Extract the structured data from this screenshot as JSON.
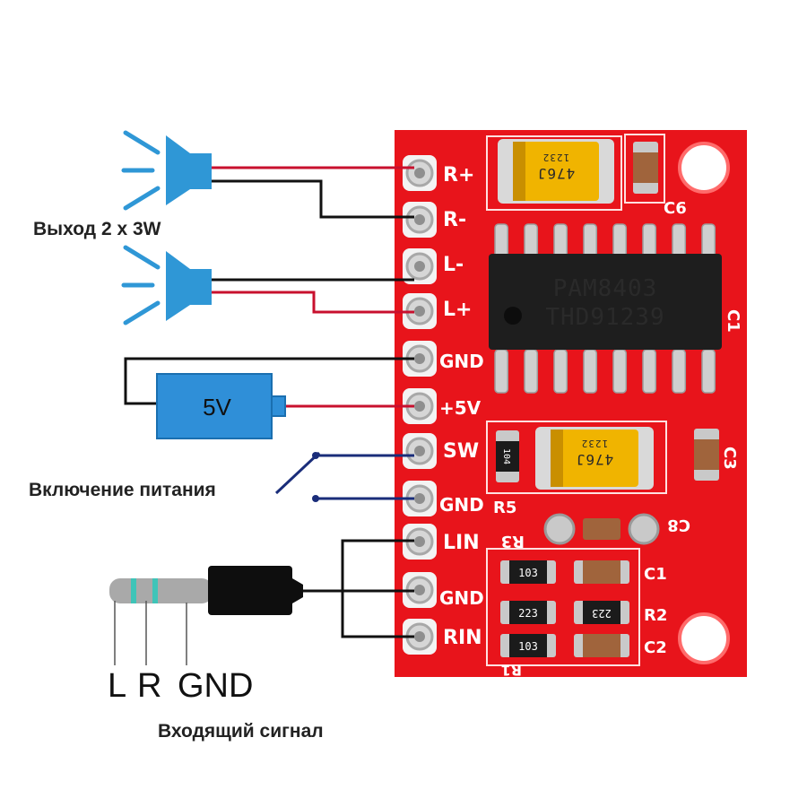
{
  "labels": {
    "output": "Выход 2 x 3W",
    "power_switch": "Включение питания",
    "input_signal": "Входящий сигнал"
  },
  "battery": {
    "voltage": "5V"
  },
  "jack": {
    "pins": [
      "L",
      "R",
      "GND"
    ]
  },
  "chip": {
    "line1": "PAM8403",
    "line2": "THD91239"
  },
  "pins": [
    "R+",
    "R-",
    "L-",
    "L+",
    "GND",
    "+5V",
    "SW",
    "GND",
    "LIN",
    "GND",
    "RIN"
  ],
  "components": {
    "c6": "C6",
    "c1_side": "C1",
    "c3": "C3",
    "r5": "R5",
    "c8": "C8",
    "r3": "R3",
    "c1": "C1",
    "r2": "R2",
    "c2": "C2",
    "r1": "R1"
  },
  "capacitor_marks": {
    "top": "476J",
    "top_small": "1232",
    "mid": "476J",
    "mid_small": "1232"
  },
  "resistor_codes": {
    "r1": "103",
    "r2_left": "223",
    "r2_right": "223",
    "r3": "103",
    "r5": "104"
  },
  "colors": {
    "pcb": "#e8141b",
    "speaker": "#2f97d6",
    "battery": "#2f8fd8",
    "wire_red": "#c8102e",
    "wire_black": "#111111",
    "wire_blue": "#1a2d7a"
  }
}
